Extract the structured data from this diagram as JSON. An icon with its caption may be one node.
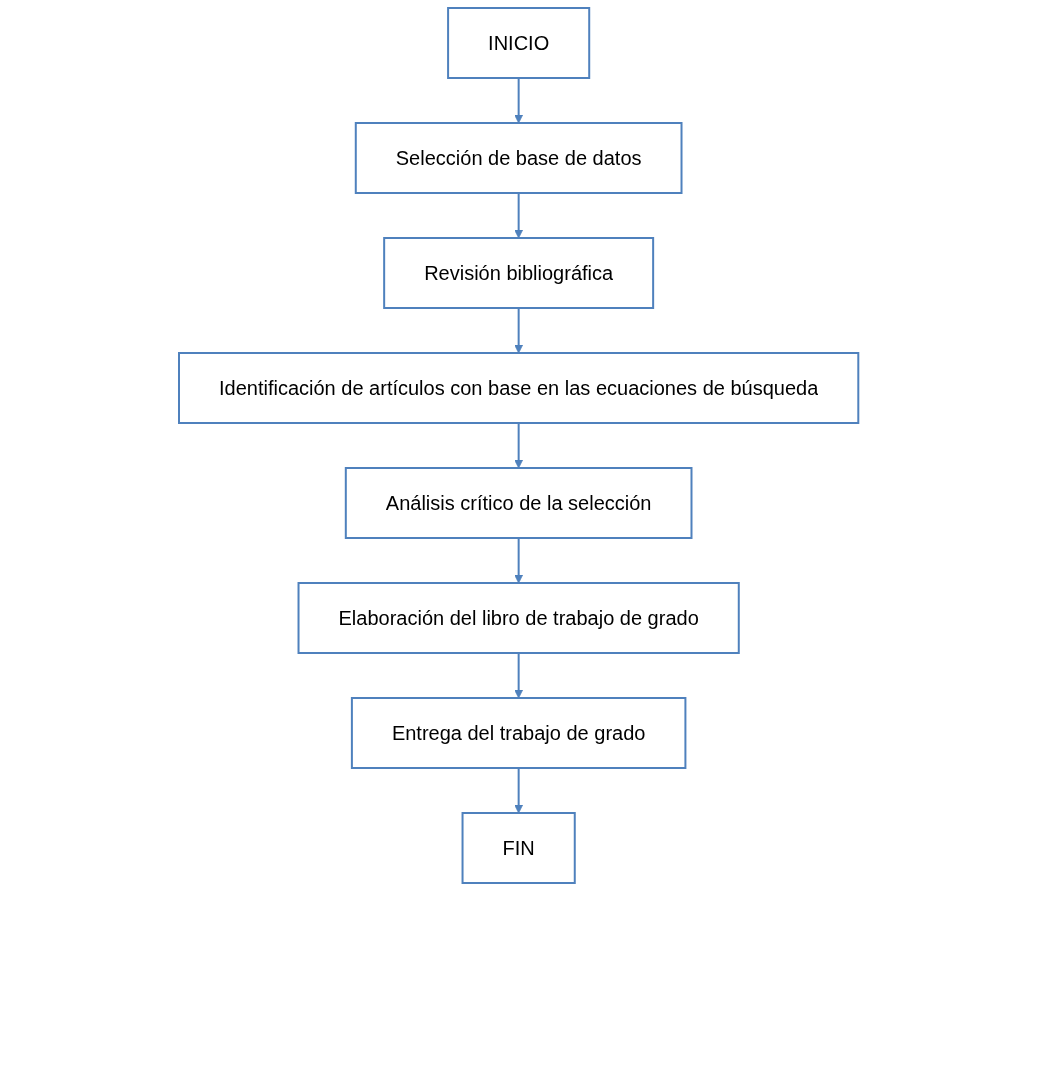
{
  "diagram": {
    "nodes": [
      {
        "text": [
          "INICIO"
        ]
      },
      {
        "text": [
          "Selección de base de datos"
        ]
      },
      {
        "text": [
          "Revisión bibliográfica"
        ]
      },
      {
        "text": [
          "Identificación de artículos con base en las ecuaciones de búsqueda"
        ]
      },
      {
        "text": [
          "Análisis crítico de la selección"
        ]
      },
      {
        "text": [
          "Elaboración del libro de trabajo de grado"
        ]
      },
      {
        "text": [
          "Entrega del trabajo de grado"
        ]
      },
      {
        "text": [
          "FIN"
        ]
      }
    ],
    "edges": [
      {
        "from": 0,
        "to": 1,
        "arrow": "to"
      },
      {
        "from": 1,
        "to": 2,
        "arrow": "to"
      },
      {
        "from": 2,
        "to": 3,
        "arrow": "to"
      },
      {
        "from": 3,
        "to": 4,
        "arrow": "to"
      },
      {
        "from": 4,
        "to": 5,
        "arrow": "to"
      },
      {
        "from": 5,
        "to": 6,
        "arrow": "to"
      },
      {
        "from": 6,
        "to": 7,
        "arrow": "to"
      }
    ]
  }
}
